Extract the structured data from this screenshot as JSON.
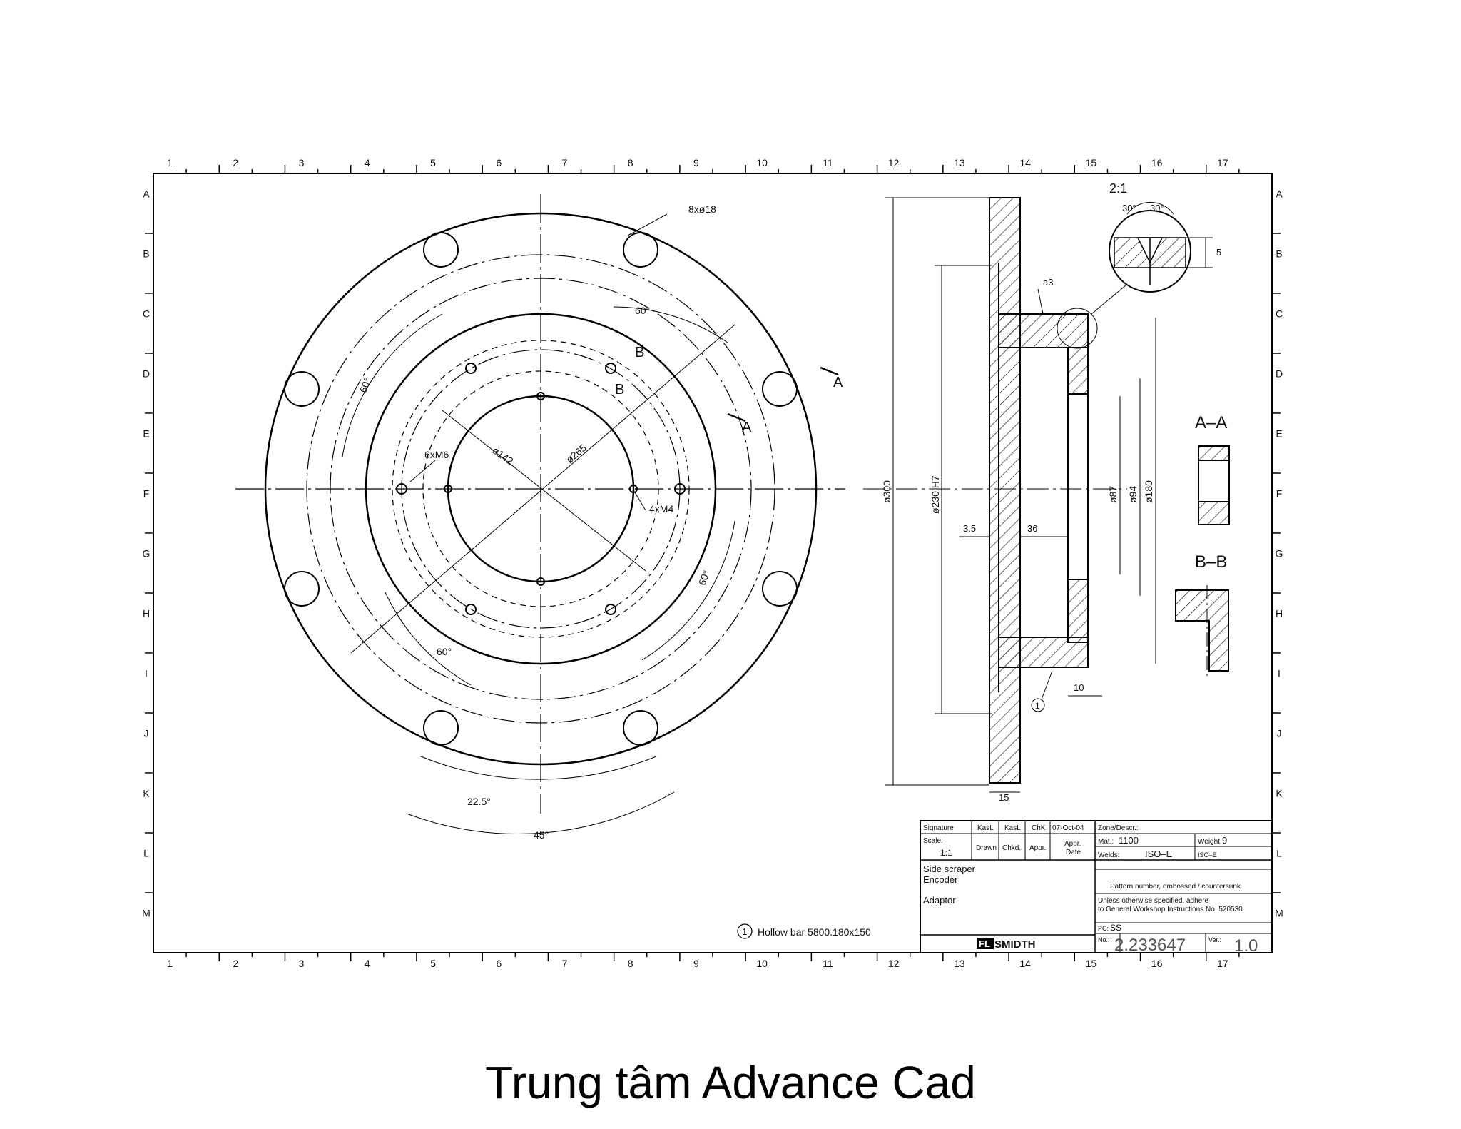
{
  "grid": {
    "cols": [
      "1",
      "2",
      "3",
      "4",
      "5",
      "6",
      "7",
      "8",
      "9",
      "10",
      "11",
      "12",
      "13",
      "14",
      "15",
      "16",
      "17"
    ],
    "rows": [
      "A",
      "B",
      "C",
      "D",
      "E",
      "F",
      "G",
      "H",
      "I",
      "J",
      "K",
      "L",
      "M"
    ]
  },
  "front_view": {
    "bolt_holes_label": "8xø18",
    "tapped_m6_label": "6xM6",
    "tapped_m4_label": "4xM4",
    "dia_142": "ø142",
    "dia_265": "ø265",
    "angle_60": "60°",
    "angle_22_5": "22.5°",
    "angle_45": "45°",
    "section_a": "A",
    "section_b": "B"
  },
  "section_view": {
    "scale_label": "2:1",
    "angle_30": "30°",
    "weld_a3": "a3",
    "dim_5": "5",
    "dia_300": "ø300",
    "dia_230": "ø230 H7",
    "dia_87": "ø87",
    "dia_94": "ø94",
    "dia_180": "ø180",
    "dim_3_5": "3.5",
    "dim_36": "36",
    "dim_10": "10",
    "dim_15": "15",
    "balloon_1": "1",
    "aa_label": "A–A",
    "bb_label": "B–B"
  },
  "note": {
    "balloon": "1",
    "text": "Hollow bar 5800.180x150"
  },
  "title_block": {
    "signature": "Signature",
    "kasl1": "KasL",
    "kasl2": "KasL",
    "chk": "ChK",
    "date": "07-Oct-04",
    "zone": "Zone/Descr.:",
    "scale_hdr": "Scale:",
    "scale_val": "1:1",
    "drawn": "Drawn",
    "chkd": "Chkd.",
    "appr": "Appr.",
    "appr_date1": "Appr.",
    "appr_date2": "Date",
    "mat_hdr": "Mat.:",
    "mat_val": "1100",
    "weight_hdr": "Weight:",
    "weight_val": "9",
    "welds_hdr": "Welds:",
    "welds_val": "ISO–E",
    "iso_e": "ISO–E",
    "desc1": "Side scraper",
    "desc2": "Encoder",
    "desc3": "Adaptor",
    "pattern_note": "Pattern number, embossed / countersunk",
    "workshop1": "Unless otherwise specified, adhere",
    "workshop2": "to General Workshop Instructions No. 520530.",
    "pc_hdr": "PC:",
    "pc_val": "SS",
    "logo_fl": "FL",
    "logo_smidth": "SMIDTH",
    "no_hdr": "No.:",
    "no_val": "2.233647",
    "ver_hdr": "Ver.:",
    "ver_val": "1.0"
  },
  "caption": "Trung tâm Advance Cad"
}
